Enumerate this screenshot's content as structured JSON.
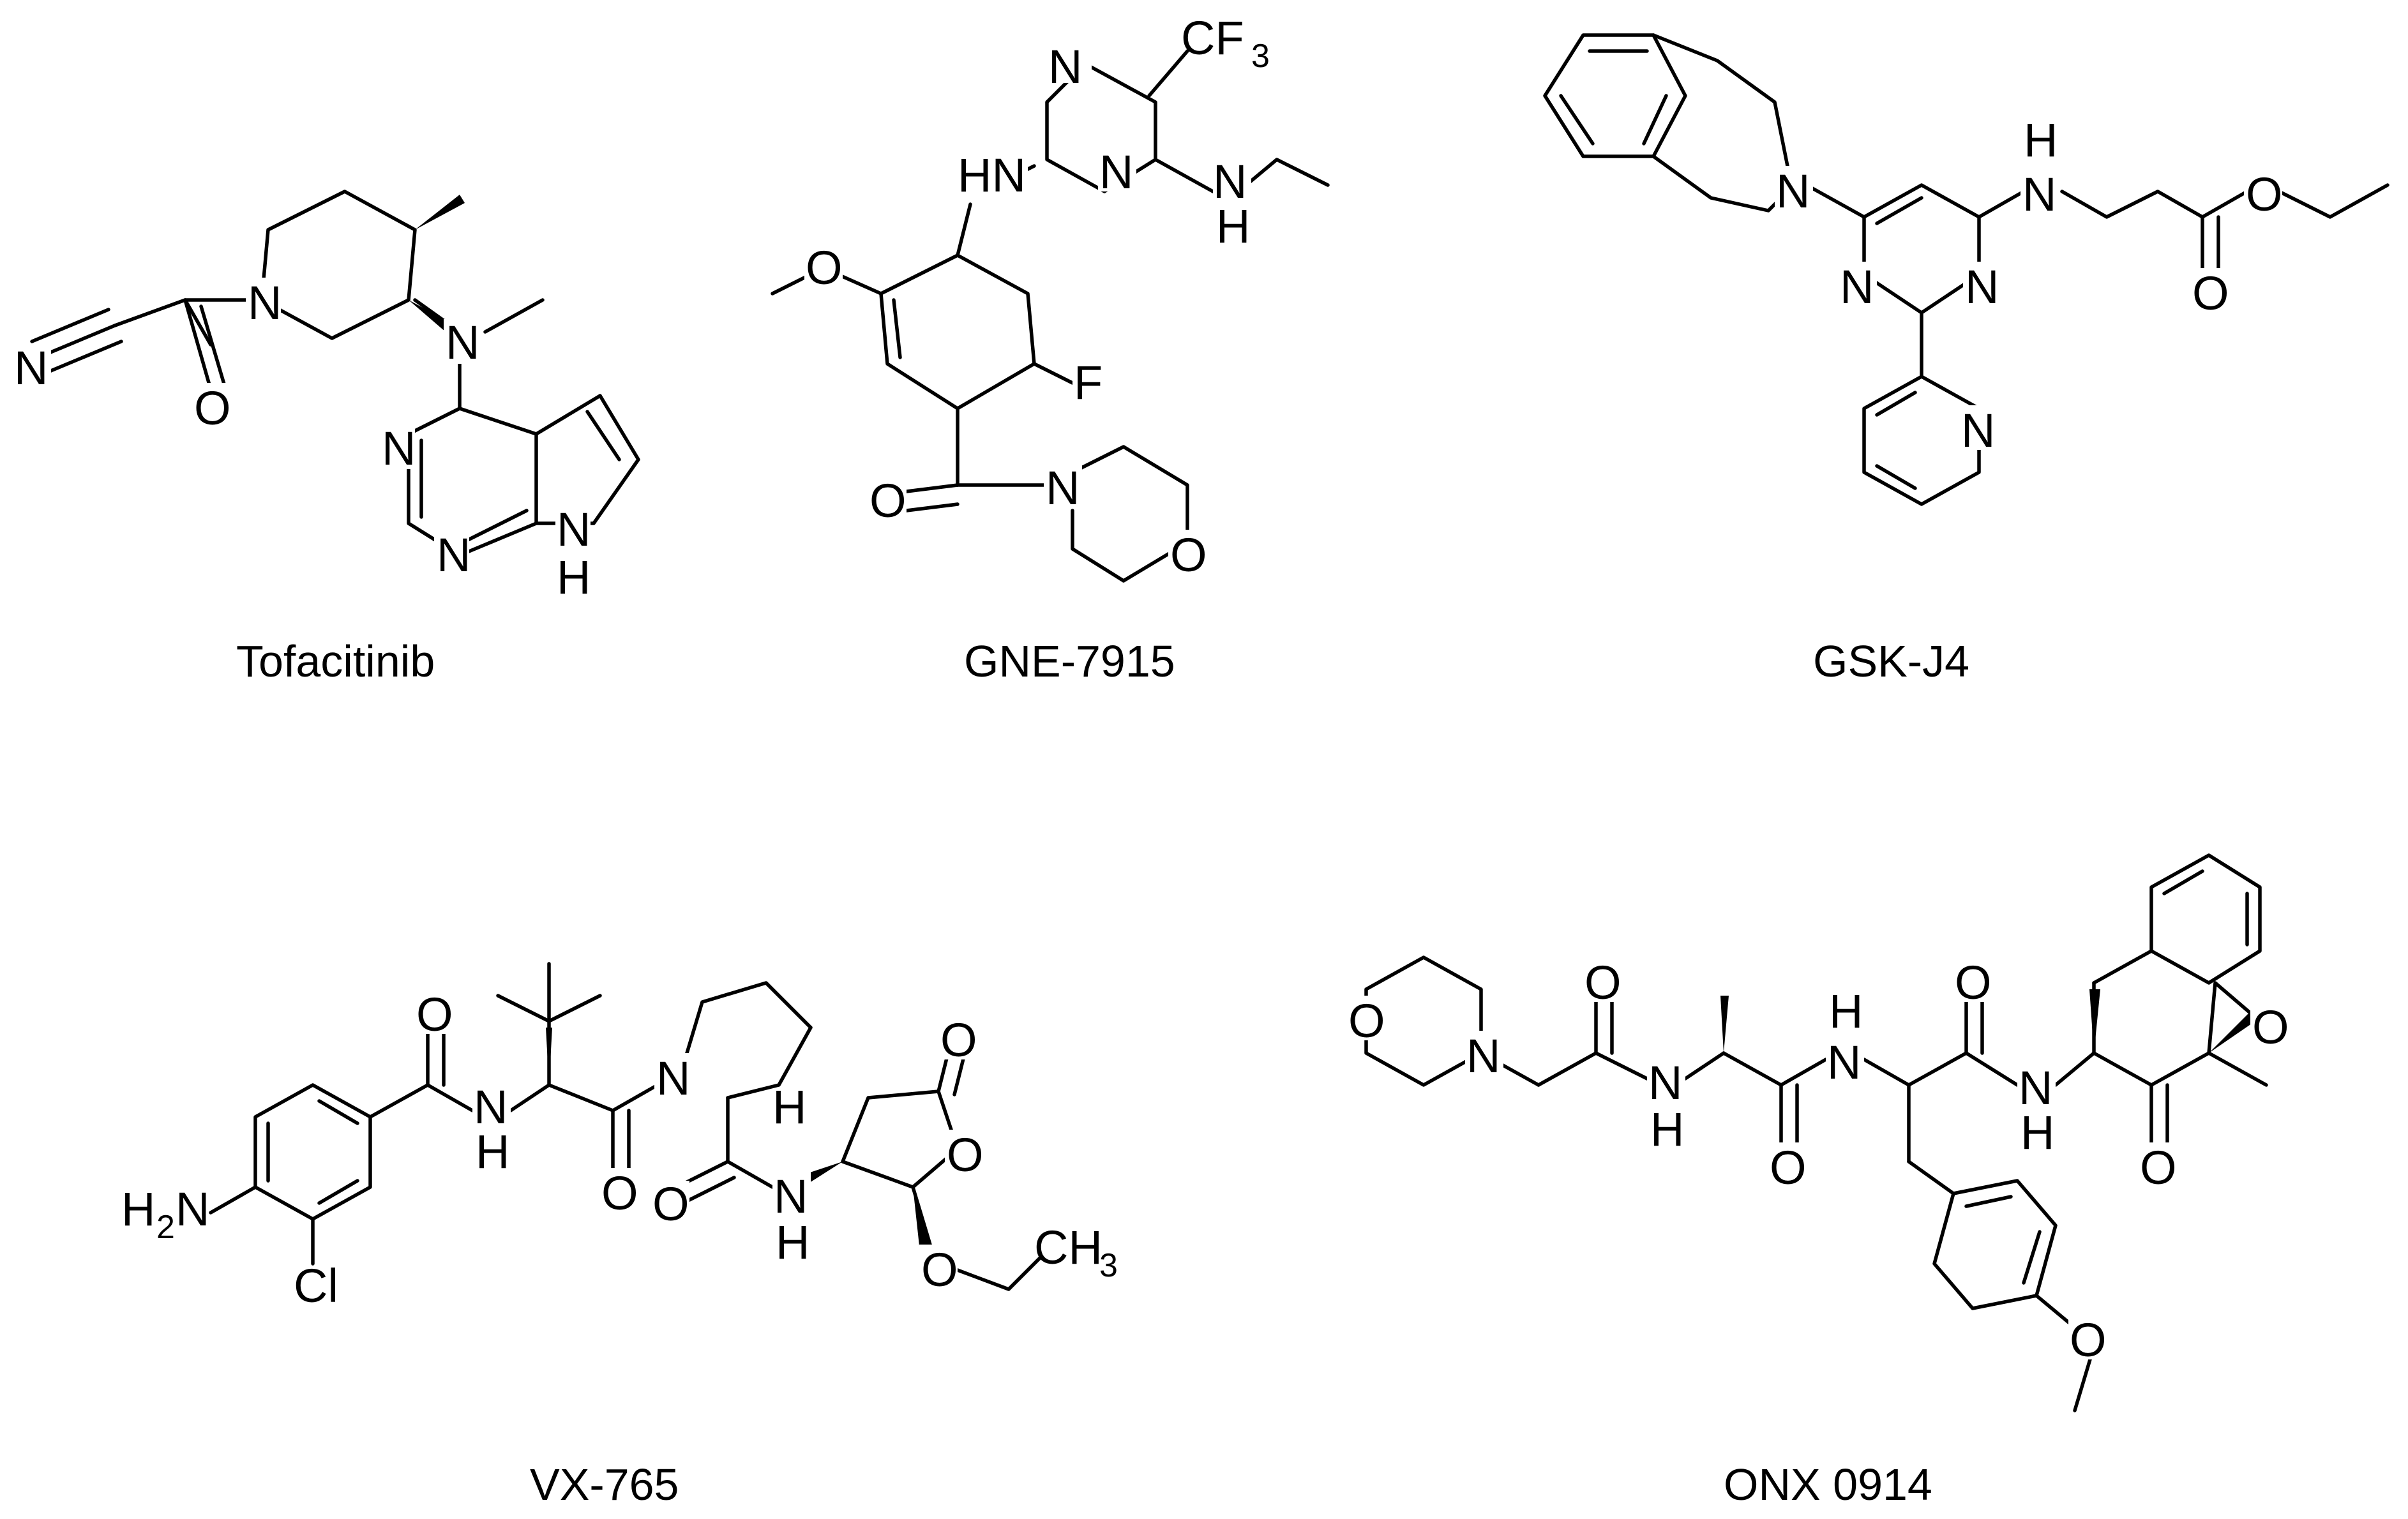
{
  "molecules": [
    {
      "name": "Tofacitinib",
      "atoms": {
        "n_nitrile": "N",
        "n_ring": "N",
        "o_carbonyl": "O",
        "n_amine": "N",
        "n_pyr1": "N",
        "n_pyr2": "N",
        "nh": "N",
        "nh_h": "H"
      }
    },
    {
      "name": "GNE-7915",
      "atoms": {
        "cf3_c": "CF",
        "cf3_sub": "3",
        "n_top": "N",
        "hn": "HN",
        "n_mid": "N",
        "nh_n": "N",
        "nh_h": "H",
        "o_methoxy": "O",
        "f": "F",
        "o_carbonyl": "O",
        "n_morph": "N",
        "o_morph": "O"
      }
    },
    {
      "name": "GSK-J4",
      "atoms": {
        "n_azepine": "N",
        "nh_h": "H",
        "nh_n": "N",
        "n_pyr_left": "N",
        "n_pyr_right": "N",
        "n_pyridine": "N",
        "o_ester": "O",
        "o_carbonyl": "O"
      }
    },
    {
      "name": "VX-765",
      "atoms": {
        "h2n_h": "H",
        "h2n_sub": "2",
        "h2n_n": "N",
        "cl": "Cl",
        "o_top": "O",
        "nh_n": "N",
        "nh_h": "H",
        "o_mid": "O",
        "n_pro": "N",
        "h_stereo": "H",
        "o_lactone_top": "O",
        "o_ring": "O",
        "o_amide": "O",
        "nh2_n": "N",
        "nh2_h": "H",
        "o_ethoxy": "O",
        "ch3_c": "CH",
        "ch3_sub": "3"
      }
    },
    {
      "name": "ONX 0914",
      "atoms": {
        "o_morph": "O",
        "n_morph": "N",
        "o_1": "O",
        "nh1_n": "N",
        "nh1_h": "H",
        "o_2": "O",
        "nh2_h": "H",
        "nh2_n": "N",
        "o_3": "O",
        "nh3_n": "N",
        "nh3_h": "H",
        "o_4": "O",
        "o_epox": "O",
        "o_methoxy": "O"
      }
    }
  ]
}
